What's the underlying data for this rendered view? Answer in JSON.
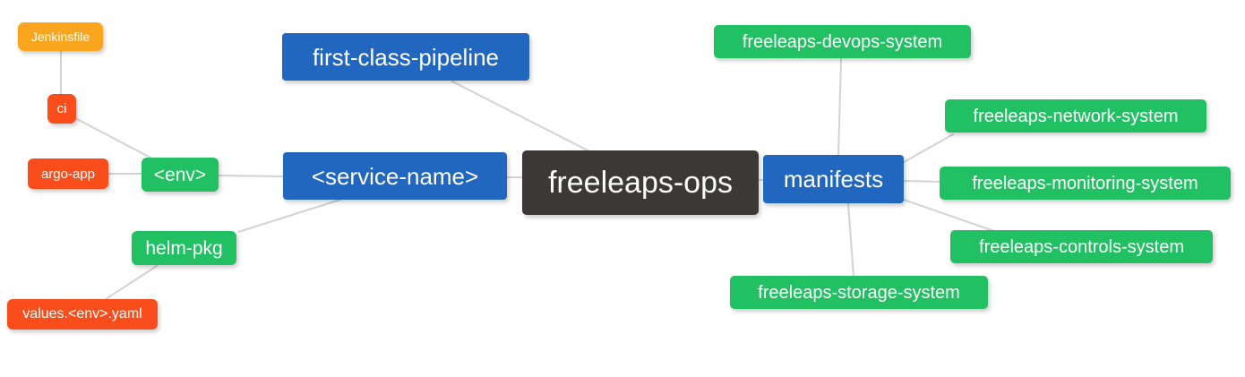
{
  "diagram": {
    "type": "mindmap",
    "background": "#FFFFFF",
    "palette": {
      "root": "#3B3837",
      "branch_blue": "#2267BF",
      "leaf_green": "#21C063",
      "leaf_red": "#F94E1C",
      "leaf_amber": "#FAA51E",
      "edge_line": "#D3D3D3",
      "text": "#FFFFFF"
    },
    "nodes": {
      "freeleaps_ops": {
        "label": "freeleaps-ops",
        "color": "#3B3837"
      },
      "first_class_pipeline": {
        "label": "first-class-pipeline",
        "color": "#2267BF"
      },
      "service_name": {
        "label": "<service-name>",
        "color": "#2267BF"
      },
      "manifests": {
        "label": "manifests",
        "color": "#2267BF"
      },
      "env": {
        "label": "<env>",
        "color": "#21C063"
      },
      "helm_pkg": {
        "label": "helm-pkg",
        "color": "#21C063"
      },
      "jenkinsfile": {
        "label": "Jenkinsfile",
        "color": "#FAA51E"
      },
      "ci": {
        "label": "ci",
        "color": "#F94E1C"
      },
      "argo_app": {
        "label": "argo-app",
        "color": "#F94E1C"
      },
      "values_env_yaml": {
        "label": "values.<env>.yaml",
        "color": "#F94E1C"
      },
      "devops_system": {
        "label": "freeleaps-devops-system",
        "color": "#21C063"
      },
      "network_system": {
        "label": "freeleaps-network-system",
        "color": "#21C063"
      },
      "monitoring_system": {
        "label": "freeleaps-monitoring-system",
        "color": "#21C063"
      },
      "controls_system": {
        "label": "freeleaps-controls-system",
        "color": "#21C063"
      },
      "storage_system": {
        "label": "freeleaps-storage-system",
        "color": "#21C063"
      }
    },
    "edges": [
      {
        "from": "jenkinsfile",
        "to": "ci"
      },
      {
        "from": "ci",
        "to": "env"
      },
      {
        "from": "argo_app",
        "to": "env"
      },
      {
        "from": "env",
        "to": "service_name"
      },
      {
        "from": "helm_pkg",
        "to": "service_name"
      },
      {
        "from": "values_env_yaml",
        "to": "helm_pkg"
      },
      {
        "from": "first_class_pipeline",
        "to": "freeleaps_ops"
      },
      {
        "from": "service_name",
        "to": "freeleaps_ops"
      },
      {
        "from": "freeleaps_ops",
        "to": "manifests"
      },
      {
        "from": "manifests",
        "to": "devops_system"
      },
      {
        "from": "manifests",
        "to": "network_system"
      },
      {
        "from": "manifests",
        "to": "monitoring_system"
      },
      {
        "from": "manifests",
        "to": "controls_system"
      },
      {
        "from": "manifests",
        "to": "storage_system"
      }
    ]
  }
}
